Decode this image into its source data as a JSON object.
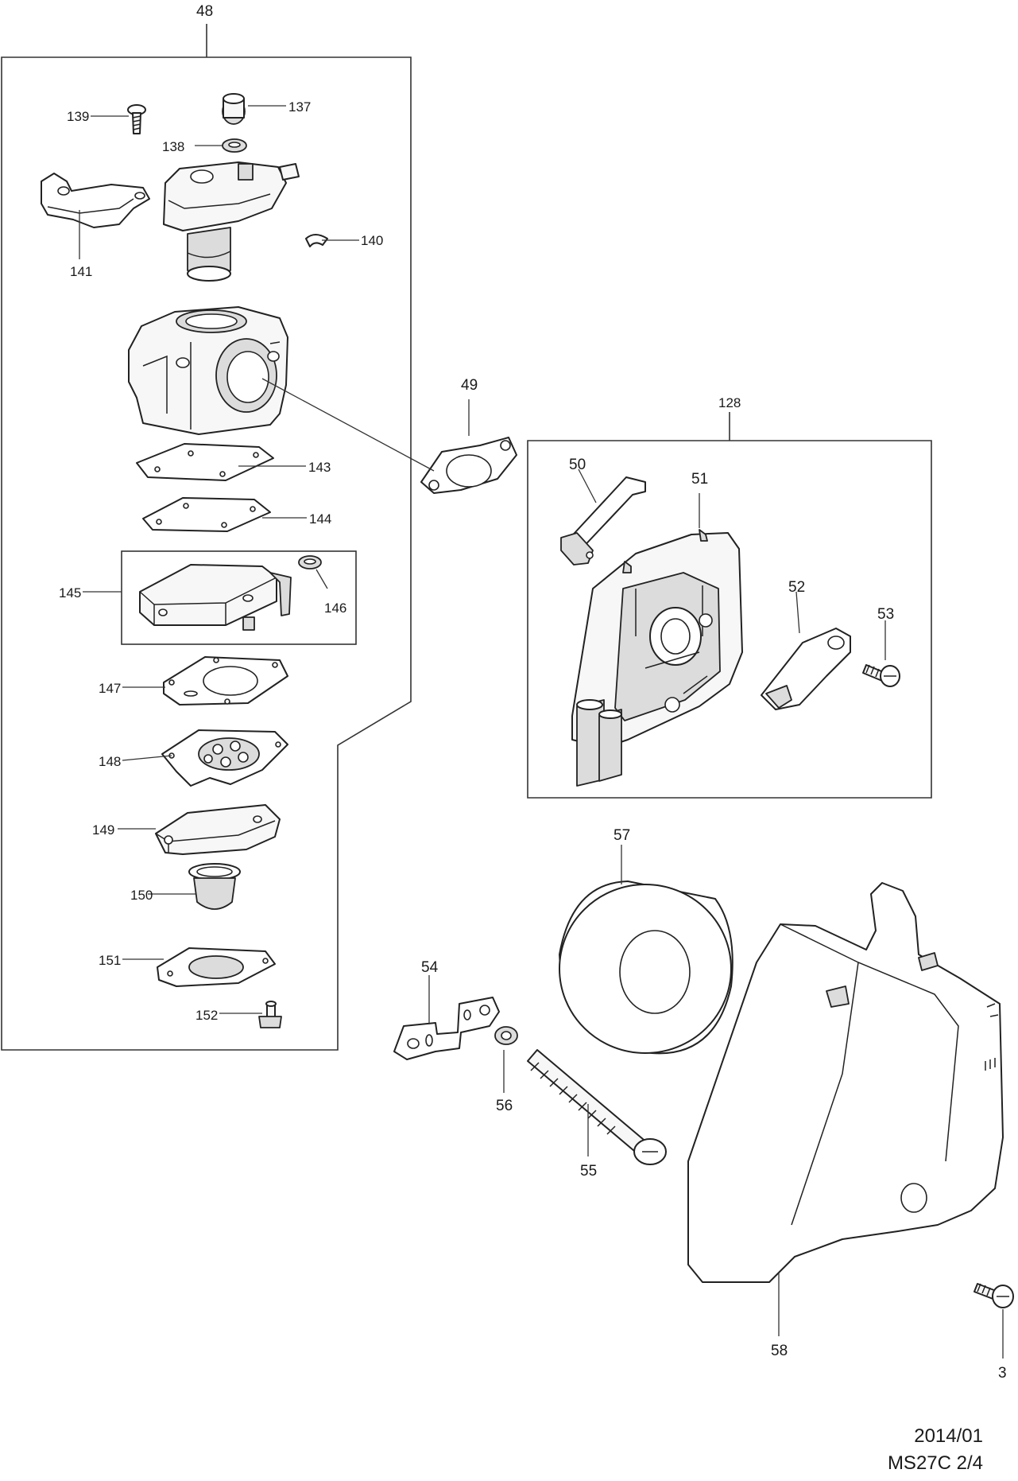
{
  "footer": {
    "date": "2014/01",
    "model_page": "MS27C 2/4"
  },
  "callouts": {
    "p48": "48",
    "p49": "49",
    "p128": "128",
    "p50": "50",
    "p51": "51",
    "p52": "52",
    "p53": "53",
    "p54": "54",
    "p55": "55",
    "p56": "56",
    "p57": "57",
    "p58": "58",
    "p3": "3",
    "p137": "137",
    "p138": "138",
    "p139": "139",
    "p140": "140",
    "p141": "141",
    "p143": "143",
    "p144": "144",
    "p145": "145",
    "p146": "146",
    "p147": "147",
    "p148": "148",
    "p149": "149",
    "p150": "150",
    "p151": "151",
    "p152": "152"
  }
}
